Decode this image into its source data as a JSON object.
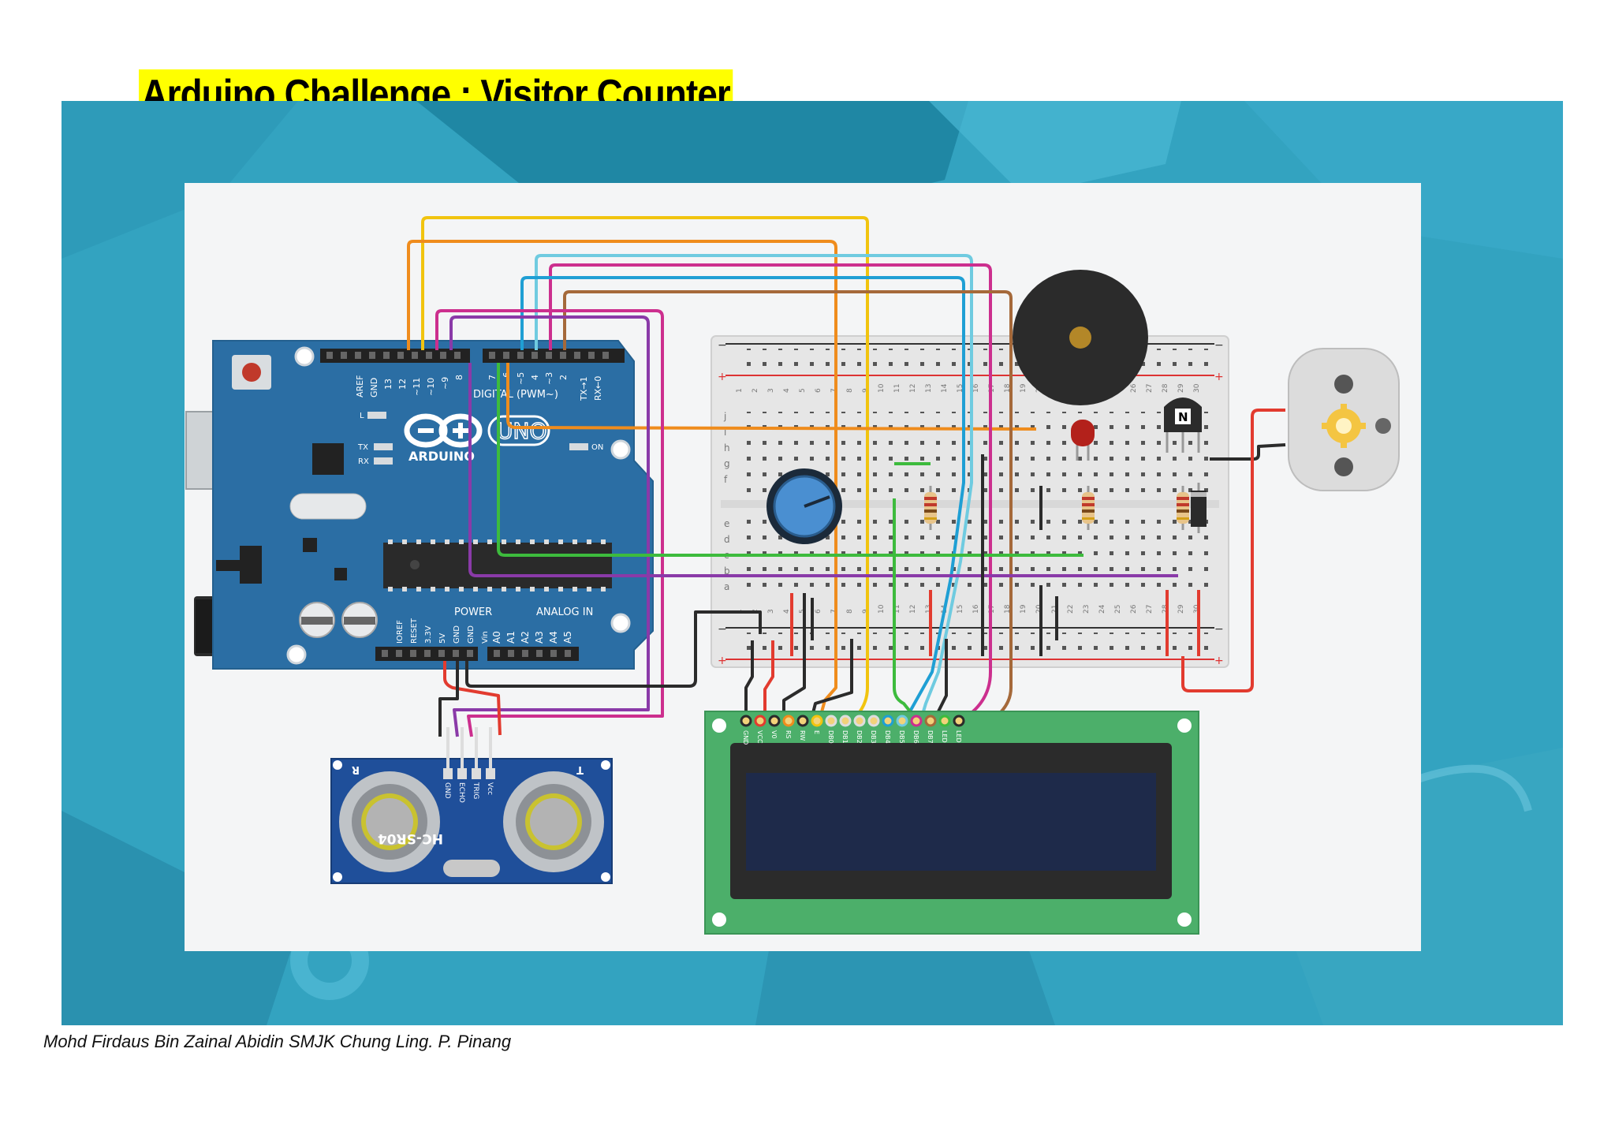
{
  "title": "Arduino Challenge : Visitor Counter",
  "footer": "Mohd Firdaus Bin Zainal Abidin SMJK Chung Ling. P. Pinang",
  "colors": {
    "title_highlight": "#ffff00",
    "background": "#2fa0be",
    "arduino_board": "#2b6ea4",
    "breadboard": "#eeeeee",
    "lcd_pcb": "#4caf6a",
    "lcd_screen": "#1e2a4a",
    "sensor_pcb": "#1f4f9a",
    "wire_yellow": "#f1c40f",
    "wire_orange": "#ef8c1d",
    "wire_cyan": "#6fcbe0",
    "wire_magenta": "#cc2f8e",
    "wire_blue": "#1f9fd4",
    "wire_brown": "#a5693a",
    "wire_purple": "#8a3aa8",
    "wire_green": "#3dbb3d",
    "wire_red": "#e23b2f",
    "wire_black": "#2b2b2b"
  },
  "arduino": {
    "brand": "ARDUINO",
    "model": "UNO",
    "digital_label": "DIGITAL (PWM~)",
    "power_label": "POWER",
    "analog_label": "ANALOG IN",
    "on_label": "ON",
    "l_label": "L",
    "tx_label": "TX",
    "rx_label": "RX",
    "digital_pins": [
      "AREF",
      "GND",
      "13",
      "12",
      "~11",
      "~10",
      "~9",
      "8",
      "7",
      "~6",
      "~5",
      "4",
      "~3",
      "2",
      "TX→1",
      "RX←0"
    ],
    "power_pins": [
      "IOREF",
      "RESET",
      "3.3V",
      "5V",
      "GND",
      "GND",
      "Vin"
    ],
    "analog_pins": [
      "A0",
      "A1",
      "A2",
      "A3",
      "A4",
      "A5"
    ]
  },
  "breadboard": {
    "row_letters_top": [
      "j",
      "i",
      "h",
      "g",
      "f"
    ],
    "row_letters_bottom": [
      "e",
      "d",
      "c",
      "b",
      "a"
    ],
    "columns": [
      "1",
      "2",
      "3",
      "4",
      "5",
      "6",
      "7",
      "8",
      "9",
      "10",
      "11",
      "12",
      "13",
      "14",
      "15",
      "16",
      "17",
      "18",
      "19",
      "20",
      "21",
      "22",
      "23",
      "24",
      "25",
      "26",
      "27",
      "28",
      "29",
      "30"
    ],
    "rail_minus": "−",
    "rail_plus": "+"
  },
  "transistor_label": "N",
  "lcd": {
    "pins": [
      "GND",
      "VCC",
      "V0",
      "RS",
      "RW",
      "E",
      "DB0",
      "DB1",
      "DB2",
      "DB3",
      "DB4",
      "DB5",
      "DB6",
      "DB7",
      "LED",
      "LED"
    ]
  },
  "sensor": {
    "name": "HC-SR04",
    "pins": [
      "GND",
      "ECHO",
      "TRIG",
      "Vcc"
    ],
    "left_label": "R",
    "right_label": "T"
  }
}
